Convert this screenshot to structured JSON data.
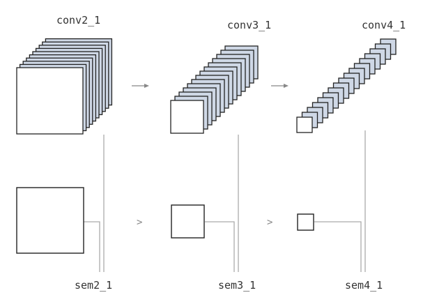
{
  "layers": [
    {
      "conv_label": "conv2_1",
      "sem_label": "sem2_1",
      "stack_count": 10
    },
    {
      "conv_label": "conv3_1",
      "sem_label": "sem3_1",
      "stack_count": 14
    },
    {
      "conv_label": "conv4_1",
      "sem_label": "sem4_1",
      "stack_count": 17
    }
  ],
  "between_layer_symbol": ">",
  "colors": {
    "stack_back_fill": "#cfd8e6",
    "front_fill": "#ffffff",
    "outline": "#222222",
    "connector": "#aaaaaa",
    "arrow": "#888888"
  }
}
